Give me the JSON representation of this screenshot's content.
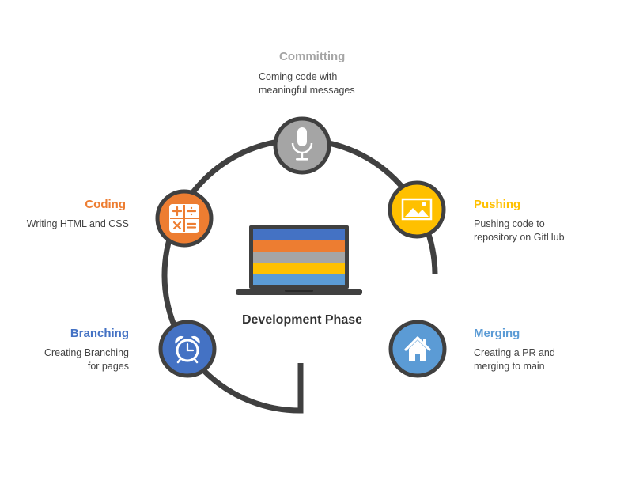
{
  "colors": {
    "ring": "#404040",
    "gray": "#A5A5A5",
    "yellow": "#FFC000",
    "orange": "#ED7D31",
    "blue_dark": "#4472C4",
    "blue_light": "#5B9BD5",
    "screen_stripes": [
      "#4472C4",
      "#ED7D31",
      "#A5A5A5",
      "#FFC000",
      "#5B9BD5"
    ]
  },
  "center": {
    "title": "Development Phase"
  },
  "steps": {
    "committing": {
      "title": "Committing",
      "desc1": "Coming code with",
      "desc2": "meaningful messages",
      "icon": "microphone-icon"
    },
    "pushing": {
      "title": "Pushing",
      "desc1": "Pushing code to",
      "desc2": "repository on GitHub",
      "icon": "picture-icon"
    },
    "merging": {
      "title": "Merging",
      "desc1": "Creating a PR and",
      "desc2": "merging to main",
      "icon": "home-icon"
    },
    "coding": {
      "title": "Coding",
      "desc1": "Writing HTML and CSS",
      "icon": "calculator-icon"
    },
    "branching": {
      "title": "Branching",
      "desc1": "Creating Branching",
      "desc2": "for pages",
      "icon": "alarm-clock-icon"
    }
  }
}
